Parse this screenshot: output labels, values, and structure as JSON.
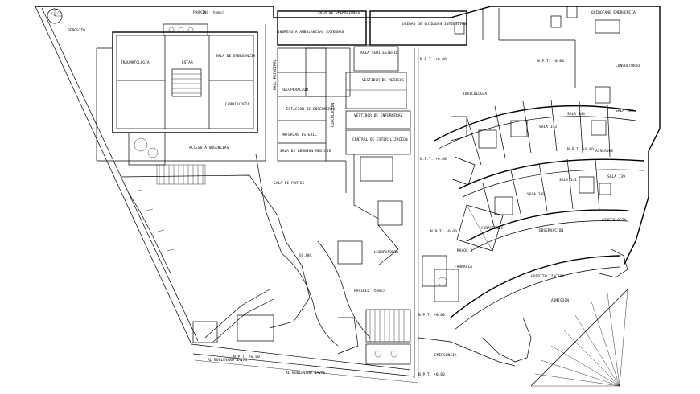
{
  "labels": {
    "parking_top": "PARKING (temp)",
    "sala_operaciones": "SALA DE OPERACIONES",
    "unidad_cuidados": "UNIDAD DE CUIDADOS INTENSIVOS",
    "quirofano_emergencia": "QUIROFANO EMERGENCIA",
    "deposito": "DEPOSITO",
    "traumatologia": "TRAUMATOLOGIA",
    "estar": "ESTAR",
    "sala_espera_top": "SALA DE EMERGENCIA",
    "cardiologia": "CARDIOLOGIA",
    "acceso_urgencias": "ACCESO A URGENCIAS",
    "ingreso_ambulancias": "INGRESO A AMBULANCIAS EXTERNAS",
    "recuperacion": "RECUPERACION",
    "estacion_enfermeria": "ESTACION DE ENFERMERIA",
    "material_esteril": "MATERIAL ESTERIL",
    "sala_reunion": "SALA DE REUNION MEDICOS",
    "circulacion": "CIRCULACION",
    "vestidor_medicos": "VESTIDOR DE MEDICOS",
    "vestidor_enfermeras": "VESTIDOR DE ENFERMERAS",
    "central_esterilizacion": "CENTRAL DE ESTERILIZACION",
    "area_semi_esteril": "AREA SEMI ESTERIL",
    "toxicologia": "TOXICOLOGIA",
    "sala_partos": "SALA DE PARTOS",
    "hall_principal": "HALL PRINCIPAL",
    "aislados": "AISLADOS",
    "consultorio": "CONSULTORIO",
    "ginecologia": "GINECOLOGIA",
    "observacion": "OBSERVACION",
    "hospitalizacion": "HOSPITALIZACION",
    "admision": "ADMISION",
    "pasillo": "PASILLO (temp)",
    "al_boulevard_1": "AL BOULEVARD NAVAS",
    "al_boulevard_2": "AL BOULEVARD NAVAS",
    "sala_144": "SALA 144",
    "sala_143": "SALA 143",
    "sala_142": "SALA 142",
    "sala_141": "SALA 141",
    "sala_140": "SALA 140",
    "sala_139": "SALA 139",
    "curaciones": "CURACIONES",
    "rayos_x": "RAYOS X",
    "laboratorio": "LABORATORIO",
    "farmacia": "FARMACIA",
    "sshh": "SS.HH.",
    "emergencia_entrada": "EMERGENCIA"
  },
  "level_tags": [
    "N.P.T. +0.00",
    "N.P.T. +0.00",
    "N.P.T. +0.00",
    "N.P.T. +0.00",
    "N.P.T. +0.00",
    "N.P.T. +0.00",
    "N.P.T. +0.00",
    "N.P.T. +0.00"
  ]
}
